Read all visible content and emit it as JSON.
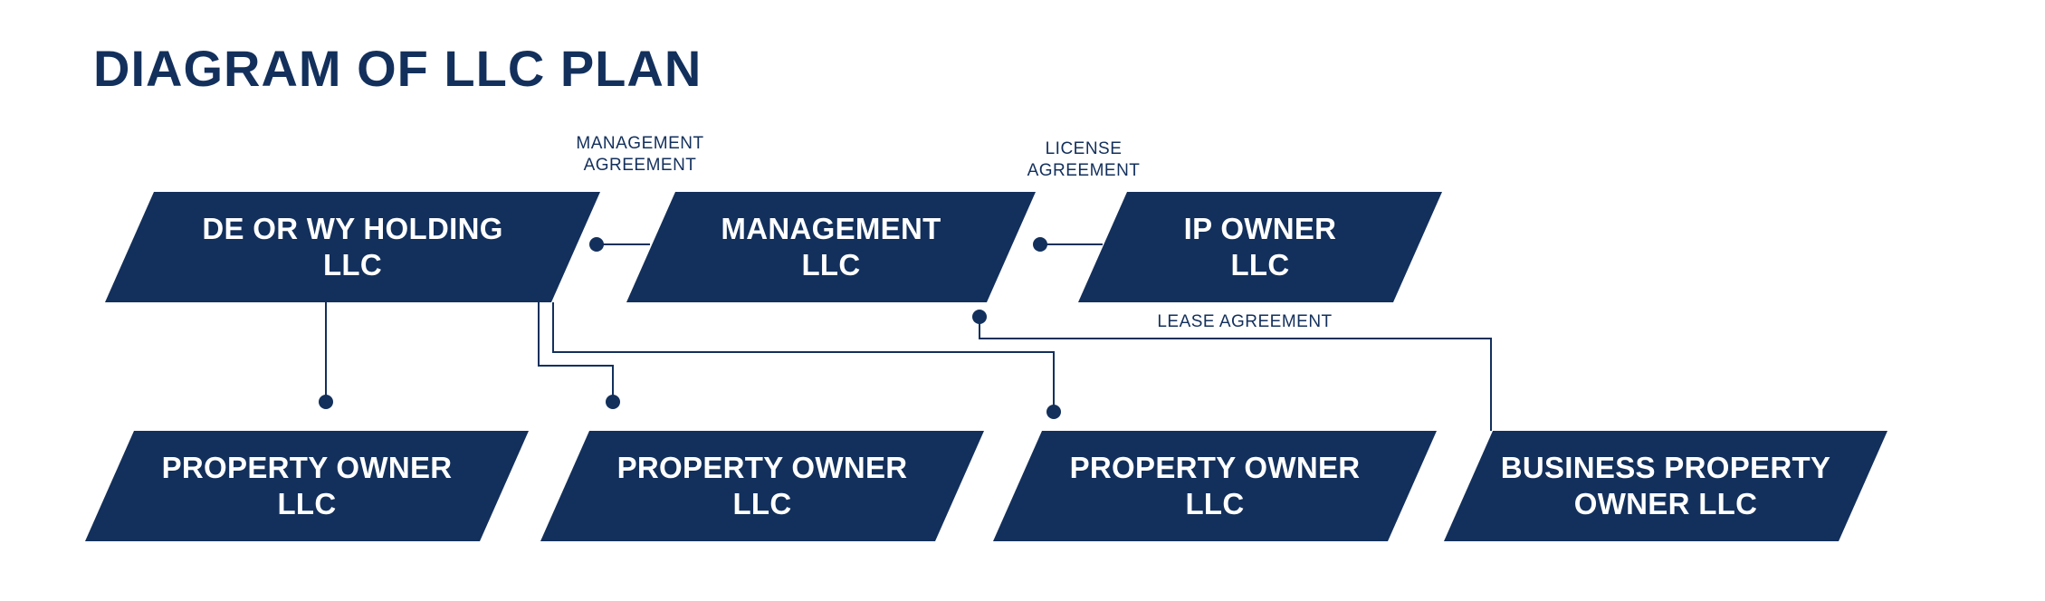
{
  "title": "DIAGRAM OF LLC PLAN",
  "colors": {
    "box_fill": "#13305c",
    "box_text": "#ffffff",
    "line": "#13305c"
  },
  "entities": {
    "holding": "DE OR WY HOLDING\nLLC",
    "management": "MANAGEMENT\nLLC",
    "ip_owner": "IP OWNER\nLLC",
    "property_owner_1": "PROPERTY OWNER\nLLC",
    "property_owner_2": "PROPERTY OWNER\nLLC",
    "property_owner_3": "PROPERTY OWNER\nLLC",
    "business_property_owner": "BUSINESS PROPERTY\nOWNER LLC"
  },
  "agreements": {
    "management": "MANAGEMENT\nAGREEMENT",
    "license": "LICENSE\nAGREEMENT",
    "lease": "LEASE AGREEMENT"
  }
}
